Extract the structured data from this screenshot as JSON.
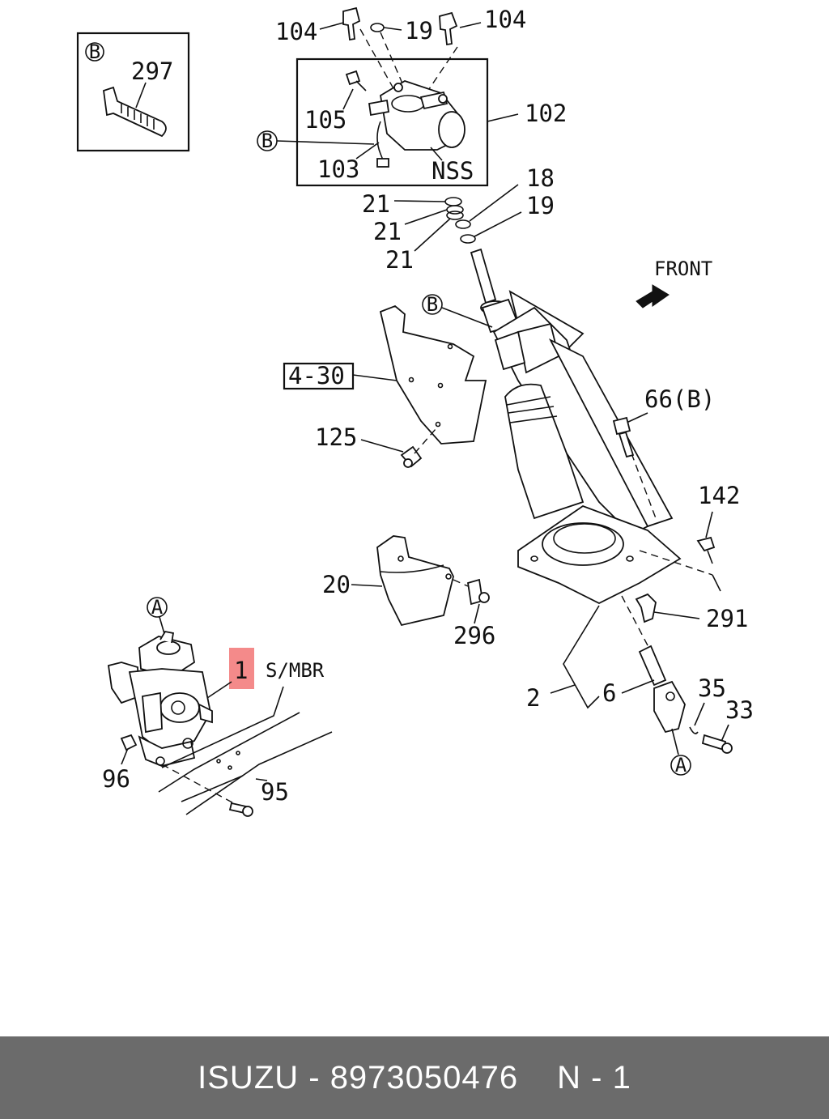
{
  "diagram": {
    "callouts": {
      "c104a": "104",
      "c19a": "19",
      "c104b": "104",
      "c297": "297",
      "c105": "105",
      "c102": "102",
      "c103": "103",
      "cNSS": "NSS",
      "c21a": "21",
      "c21b": "21",
      "c21c": "21",
      "c18": "18",
      "c19b": "19",
      "front": "FRONT",
      "c430": "4-30",
      "c125": "125",
      "c66b": "66(B)",
      "c142": "142",
      "c20": "20",
      "c296": "296",
      "c291": "291",
      "c1": "1",
      "cSMBR": "S/MBR",
      "c2": "2",
      "c6": "6",
      "c35": "35",
      "c33": "33",
      "c96": "96",
      "c95": "95"
    },
    "ref_markers": {
      "b_inset": "B",
      "b_switch": "B",
      "b_column": "B",
      "a_gear": "A",
      "a_joint": "A"
    },
    "highlight_color": "#f48a8a"
  },
  "footer": {
    "brand": "ISUZU - 8973050476",
    "page": "N - 1"
  }
}
